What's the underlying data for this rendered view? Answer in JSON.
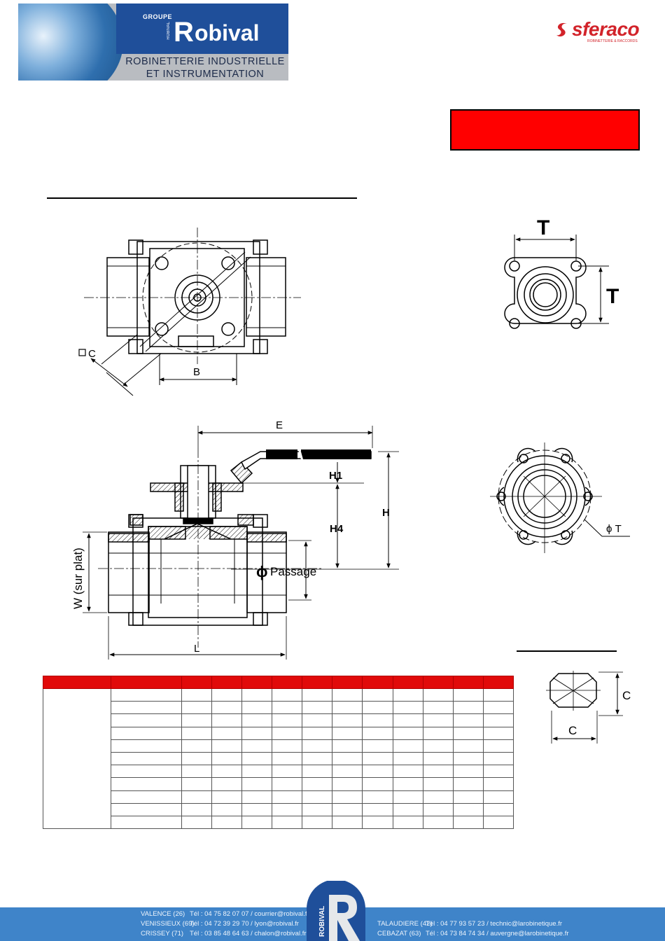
{
  "header": {
    "group_label": "GROUPE",
    "group_vertical": "ROBIVAL",
    "brand_name": "obival",
    "brand_initial": "R",
    "tagline_line1": "ROBINETTERIE INDUSTRIELLE",
    "tagline_line2": "ET INSTRUMENTATION",
    "partner_logo": "sferaco",
    "partner_tagline": "ROBINETTERIE & RACCORDS",
    "colors": {
      "brand_blue": "#1f4f9a",
      "banner_grey": "#b9bcc1",
      "partner_red": "#d2232a",
      "alert_red": "#ff0000"
    }
  },
  "drawing_labels": {
    "square_c": "C",
    "b": "B",
    "t_top": "T",
    "t_side": "T",
    "e": "E",
    "h1": "H1",
    "h4": "H4",
    "h": "H",
    "passage": "Passage",
    "passage_symbol": "ϕ",
    "w": "W (sur plat)",
    "l": "L",
    "phi_t": "ϕ T",
    "c_side": "C",
    "c_bottom": "C"
  },
  "table": {
    "header_color": "#e10a0a",
    "column_count": 13,
    "row_count": 11
  },
  "footer": {
    "logo_text": "ROBIVAL",
    "left_offices": [
      {
        "city": "VALENCE (26)",
        "contact": "Tél : 04 75 82 07 07 / courrier@robival.fr"
      },
      {
        "city": "VENISSIEUX (69)",
        "contact": "Tél : 04 72 39 29 70 / lyon@robival.fr"
      },
      {
        "city": "CRISSEY (71)",
        "contact": "Tél : 03 85 48 64 63 / chalon@robival.fr"
      }
    ],
    "right_offices": [
      {
        "city": "TALAUDIERE (42)",
        "contact": "Tél : 04 77 93 57 23 / technic@larobinetique.fr"
      },
      {
        "city": "CEBAZAT (63)",
        "contact": "Tél : 04 73 84 74 34 / auvergne@larobinetique.fr"
      }
    ],
    "color": "#3f84c9"
  }
}
